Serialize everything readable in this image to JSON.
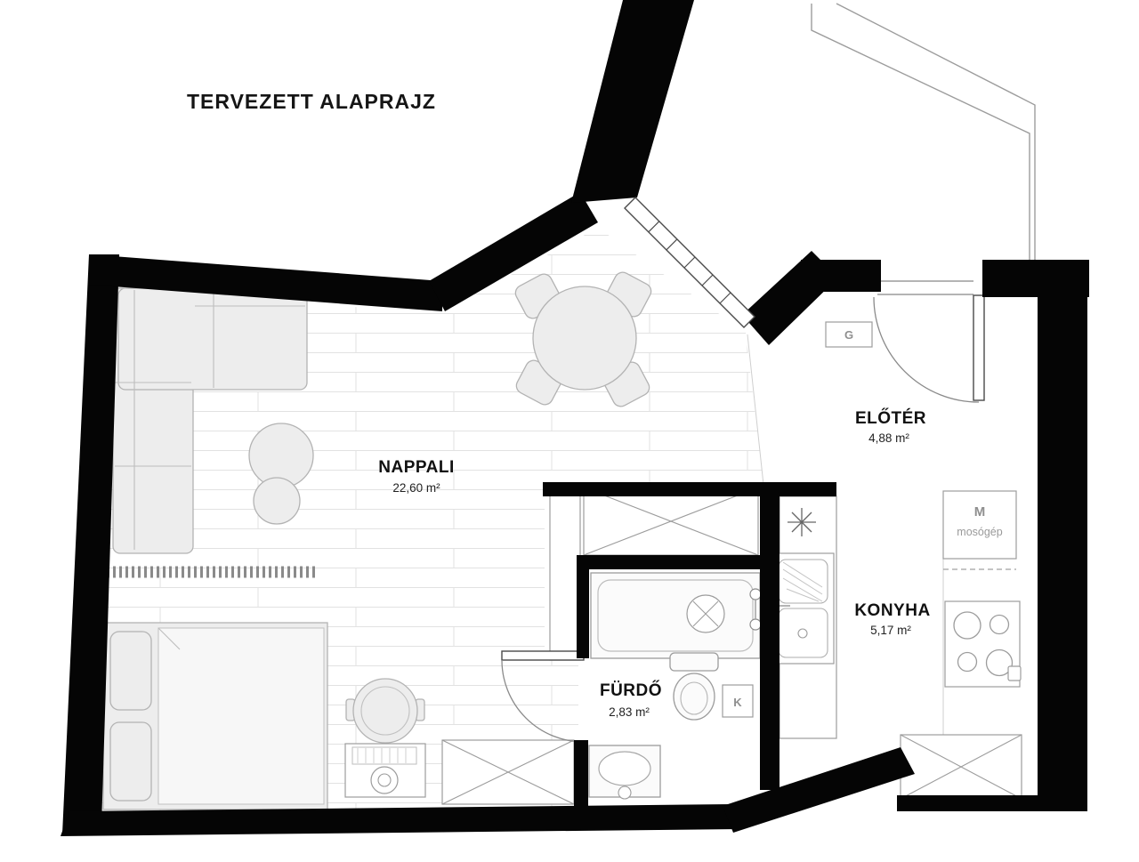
{
  "title": "TERVEZETT ALAPRAJZ",
  "rooms": {
    "nappali": {
      "name": "NAPPALI",
      "area": "22,60 m²"
    },
    "eloter": {
      "name": "ELŐTÉR",
      "area": "4,88 m²"
    },
    "konyha": {
      "name": "KONYHA",
      "area": "5,17 m²"
    },
    "furdo": {
      "name": "FÜRDŐ",
      "area": "2,83 m²"
    }
  },
  "labels": {
    "gas_meter": "G",
    "washing_machine_initial": "M",
    "washing_machine": "mosógép",
    "boiler": "K"
  },
  "colors": {
    "wall": "#050505",
    "line_gray": "#9c9c9c",
    "furniture_fill": "#ededed",
    "background": "#ffffff"
  }
}
